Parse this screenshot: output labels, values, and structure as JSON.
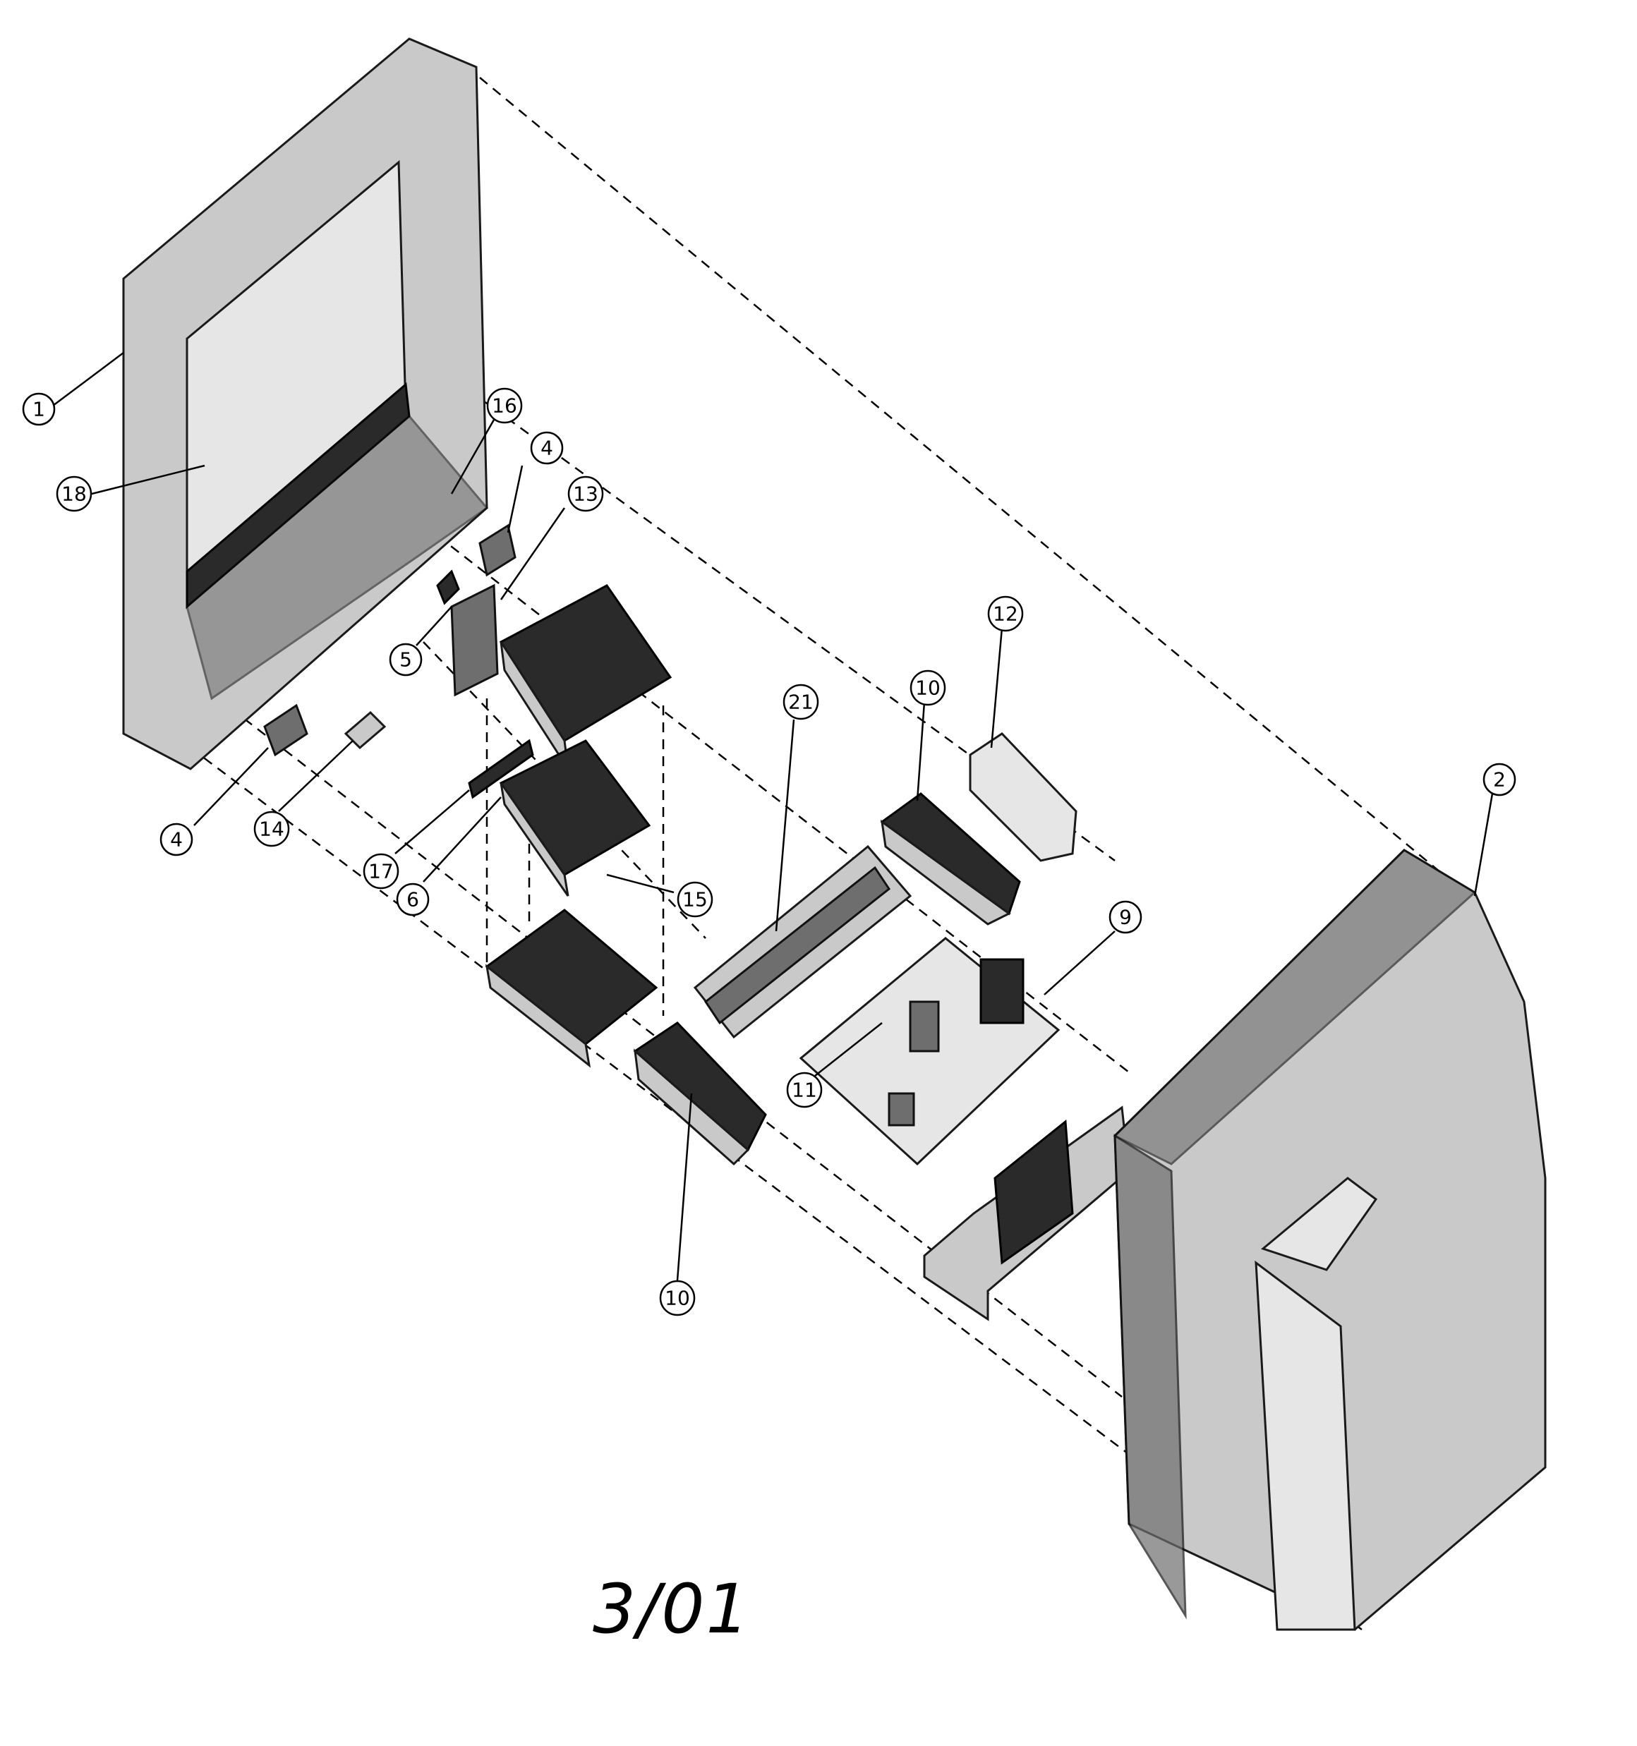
{
  "date_label": "3/01",
  "callouts": [
    {
      "label": "1"
    },
    {
      "label": "18"
    },
    {
      "label": "16"
    },
    {
      "label": "4"
    },
    {
      "label": "13"
    },
    {
      "label": "5"
    },
    {
      "label": "4"
    },
    {
      "label": "14"
    },
    {
      "label": "17"
    },
    {
      "label": "6"
    },
    {
      "label": "15"
    },
    {
      "label": "21"
    },
    {
      "label": "10"
    },
    {
      "label": "12"
    },
    {
      "label": "10"
    },
    {
      "label": "11"
    },
    {
      "label": "9"
    },
    {
      "label": "2"
    }
  ]
}
